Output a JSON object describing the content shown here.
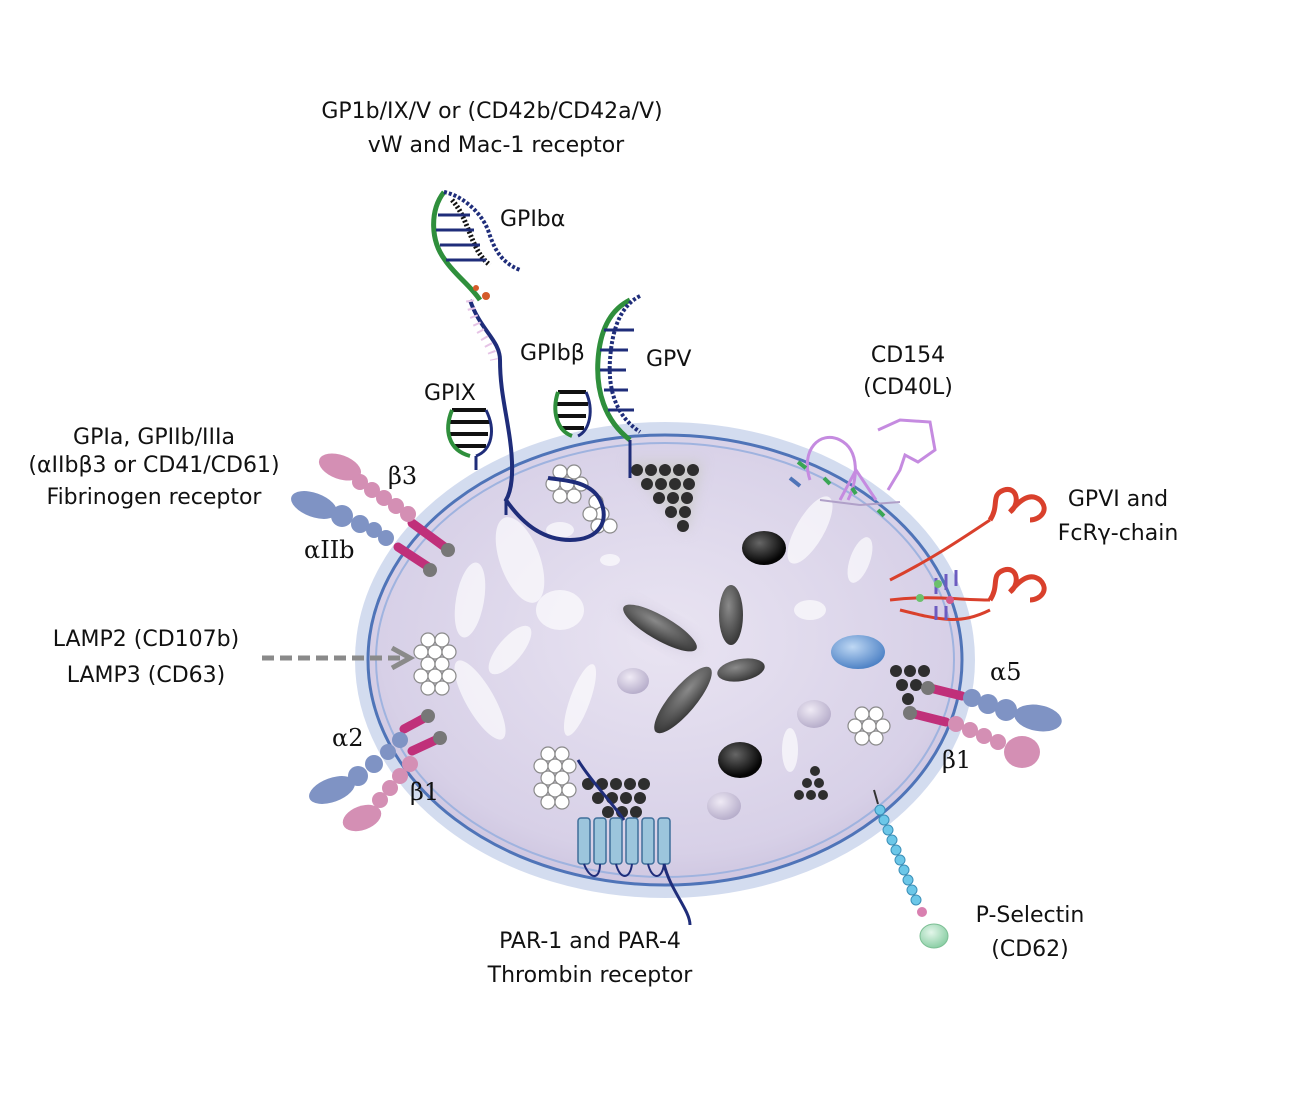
{
  "labels": {
    "gp1b_line1": "GP1b/IX/V or (CD42b/CD42a/V)",
    "gp1b_line2": "vW and Mac-1 receptor",
    "gpib_alpha": "GPIbα",
    "gpib_beta": "GPIbβ",
    "gpv": "GPV",
    "gpix": "GPIX",
    "cd154_line1": "CD154",
    "cd154_line2": "(CD40L)",
    "gpia_line1": "GPIa, GPIIb/IIIa",
    "gpia_line2": "(αIIbβ3 or CD41/CD61)",
    "gpia_line3": "Fibrinogen receptor",
    "beta3": "β3",
    "alpha_iib": "αIIb",
    "gpvi_line1": "GPVI and",
    "gpvi_line2": "FcRγ-chain",
    "lamp_line1": "LAMP2 (CD107b)",
    "lamp_line2": "LAMP3 (CD63)",
    "alpha5": "α5",
    "beta1_right": "β1",
    "alpha2": "α2",
    "beta1_left": "β1",
    "par_line1": "PAR-1 and PAR-4",
    "par_line2": "Thrombin receptor",
    "psel_line1": "P-Selectin",
    "psel_line2": "(CD62)"
  },
  "colors": {
    "cell_fill": "#dcd6ea",
    "membrane": "#5a7fc0",
    "integrin_pink": "#d48fb4",
    "integrin_blue": "#7f93c4",
    "stalk_magenta": "#c0307a",
    "gpvi_red": "#d9402c",
    "cd154_violet": "#c58be0",
    "pselectin_cyan": "#6cc7e8",
    "par_blue": "#9cc5dc",
    "granule_dark": "#333333"
  }
}
